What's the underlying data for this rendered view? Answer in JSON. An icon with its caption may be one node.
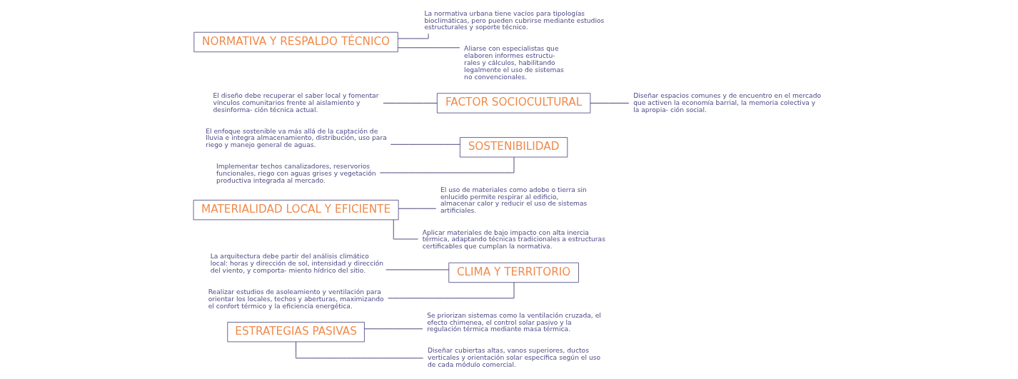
{
  "diagram": {
    "nodes": [
      {
        "text": [
          "ESTRATEGIAS PASIVAS"
        ]
      },
      {
        "text": [
          "Se priorizan sistemas como la ventilación cruzada, el efecto chimenea, el control solar pasivo y la regulación térmica mediante masa térmica."
        ]
      },
      {
        "text": [
          "Diseñar cubiertas altas, vanos superiores, ductos verticales y orientación solar específica según el uso de cada módulo comercial."
        ]
      },
      {
        "text": [
          "La arquitectura debe partir del análisis climático local: horas y dirección de sol, intensidad y dirección del viento, y comporta- miento hídrico del sitio."
        ]
      },
      {
        "text": [
          "CLIMA Y TERRITORIO"
        ]
      },
      {
        "text": [
          "Realizar estudios de asoleamiento y ventilación para orientar los locales, techos y aberturas, maximizando el confort térmico y la eficiencia energética."
        ]
      },
      {
        "text": [
          "El uso de materiales como adobe o tierra sin enlucido permite respirar al edificio, almacenar calor y reducir el uso de sistemas artificiales."
        ]
      },
      {
        "text": [
          "MATERIALIDAD LOCAL Y EFICIENTE"
        ]
      },
      {
        "text": [
          "Aplicar materiales de bajo impacto con alta inercia térmica, adaptando técnicas tradicionales a estructuras certificables que cumplan la normativa."
        ]
      },
      {
        "text": [
          "SOSTENIBILIDAD"
        ]
      },
      {
        "text": [
          "El enfoque sostenible va más allá de la captación de lluvia e integra almacenamiento, distribución, uso para riego y manejo general de aguas."
        ]
      },
      {
        "text": [
          "Implementar techos canalizadores, reservorios funcionales, riego con aguas grises y vegetación productiva integrada al mercado."
        ]
      },
      {
        "text": [
          "FACTOR SOCIOCULTURAL"
        ]
      },
      {
        "text": [
          "Diseñar espacios comunes y de encuentro en el mercado que activen la economía barrial, la memoria colectiva y la apropia- ción social."
        ]
      },
      {
        "text": [
          "El diseño debe recuperar el saber local y fomentar vínculos comunitarios frente al aislamiento y desinforma- ción técnica actual."
        ]
      },
      {
        "text": [
          "NORMATIVA Y RESPALDO TÉCNICO"
        ]
      },
      {
        "text": [
          "La normativa urbana tiene vacíos para tipologías bioclimáticas, pero pueden cubrirse mediante estudios estructurales y soporte técnico."
        ]
      },
      {
        "text": [
          "Aliarse con especialistas que elaboren informes estructu- rales y cálculos, habilitando legalmente el uso de sistemas no convencionales."
        ]
      }
    ],
    "edges": [
      {
        "from": 0,
        "to": 1,
        "arrow": "none"
      },
      {
        "from": 0,
        "to": 2,
        "arrow": "none"
      },
      {
        "from": 4,
        "to": 3,
        "arrow": "none"
      },
      {
        "from": 4,
        "to": 5,
        "arrow": "none"
      },
      {
        "from": 7,
        "to": 6,
        "arrow": "none"
      },
      {
        "from": 7,
        "to": 8,
        "arrow": "none"
      },
      {
        "from": 9,
        "to": 10,
        "arrow": "none"
      },
      {
        "from": 9,
        "to": 11,
        "arrow": "none"
      },
      {
        "from": 12,
        "to": 13,
        "arrow": "none"
      },
      {
        "from": 12,
        "to": 14,
        "arrow": "none"
      },
      {
        "from": 15,
        "to": 16,
        "arrow": "none"
      },
      {
        "from": 15,
        "to": 17,
        "arrow": "none"
      }
    ]
  }
}
